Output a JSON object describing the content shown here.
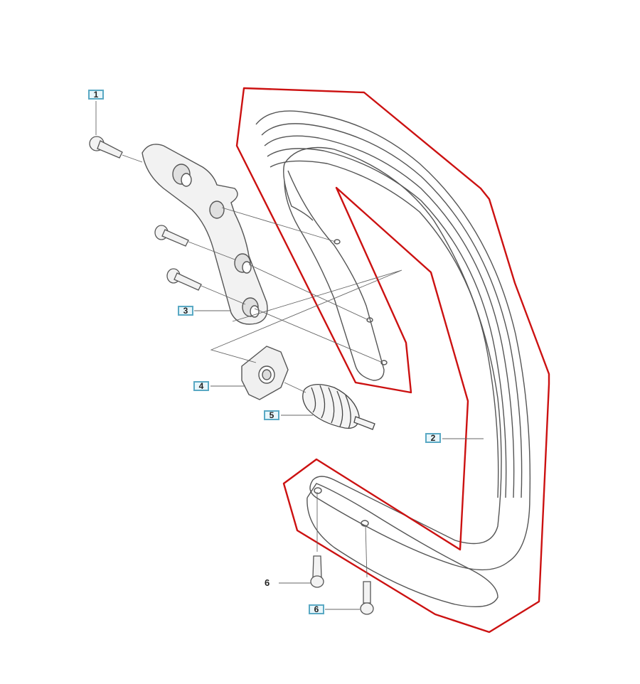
{
  "diagram": {
    "background": "#ffffff",
    "line_color": "#555555",
    "highlight_color": "#cc1111",
    "callout_border_color": "#5aa9c4",
    "callout_fill_color": "#e8f6fb",
    "callouts": [
      {
        "label": "1",
        "style": "boxed"
      },
      {
        "label": "2",
        "style": "boxed"
      },
      {
        "label": "3",
        "style": "boxed"
      },
      {
        "label": "4",
        "style": "boxed"
      },
      {
        "label": "5",
        "style": "boxed"
      },
      {
        "label": "6",
        "style": "plain"
      },
      {
        "label": "6",
        "style": "boxed"
      }
    ]
  }
}
